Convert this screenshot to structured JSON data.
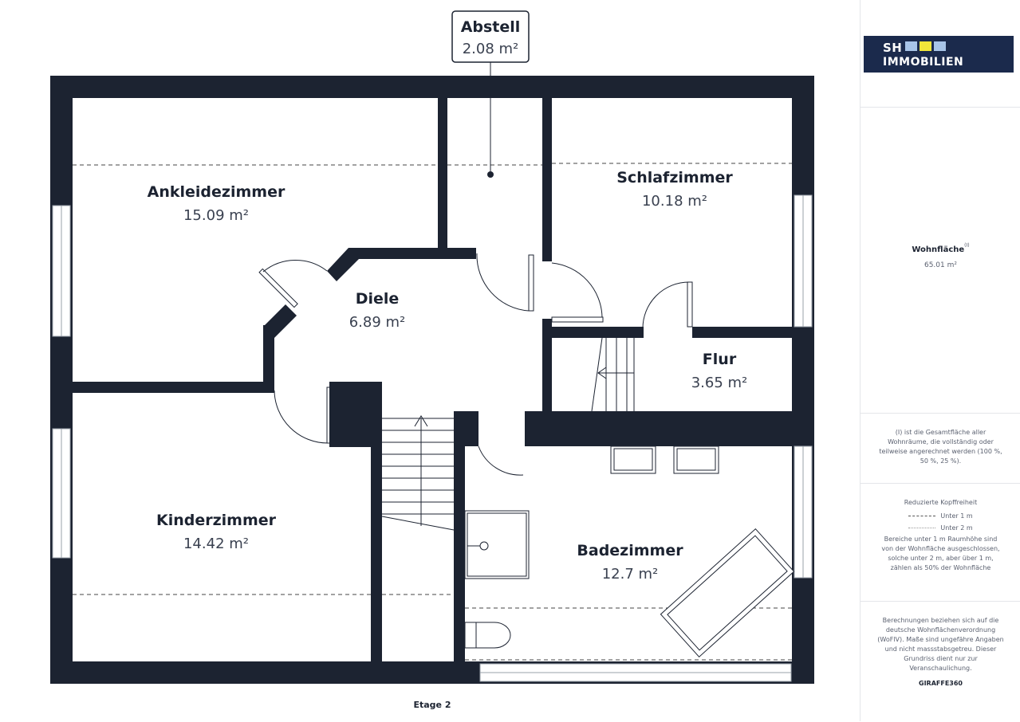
{
  "floor_label": "Etage 2",
  "colors": {
    "wall": "#1c2331",
    "text": "#1c2331",
    "logo_bg": "#1b2a4c",
    "logo_blue": "#a8c4e8",
    "logo_yellow": "#f2e63a"
  },
  "rooms": {
    "abstell": {
      "name": "Abstell",
      "area": "2.08 m²"
    },
    "ankleidezimmer": {
      "name": "Ankleidezimmer",
      "area": "15.09 m²"
    },
    "schlafzimmer": {
      "name": "Schlafzimmer",
      "area": "10.18 m²"
    },
    "diele": {
      "name": "Diele",
      "area": "6.89 m²"
    },
    "flur": {
      "name": "Flur",
      "area": "3.65 m²"
    },
    "kinderzimmer": {
      "name": "Kinderzimmer",
      "area": "14.42 m²"
    },
    "badezimmer": {
      "name": "Badezimmer",
      "area": "12.7 m²"
    }
  },
  "sidebar": {
    "logo_line1": "SH",
    "logo_line2": "IMMOBILIEN",
    "wohnflaeche_label": "Wohnfläche",
    "wohnflaeche_sup": "(I)",
    "wohnflaeche_value": "65.01 m²",
    "note": "(I) ist die Gesamtfläche aller Wohnräume, die vollständig oder teilweise angerechnet werden (100 %, 50 %, 25 %).",
    "legend_title": "Reduzierte Kopffreiheit",
    "legend_under1": "Unter 1 m",
    "legend_under2": "Unter 2 m",
    "legend_text": "Bereiche unter 1 m Raumhöhe sind von der Wohnfläche ausgeschlossen, solche unter 2 m, aber über 1 m, zählen als 50% der Wohnfläche",
    "disclaimer": "Berechnungen beziehen sich auf die deutsche Wohnflächenverordnung (WoFlV). Maße sind ungefähre Angaben und nicht massstabsgetreu. Dieser Grundriss dient nur zur Veranschaulichung.",
    "brand": "GIRAFFE360"
  }
}
